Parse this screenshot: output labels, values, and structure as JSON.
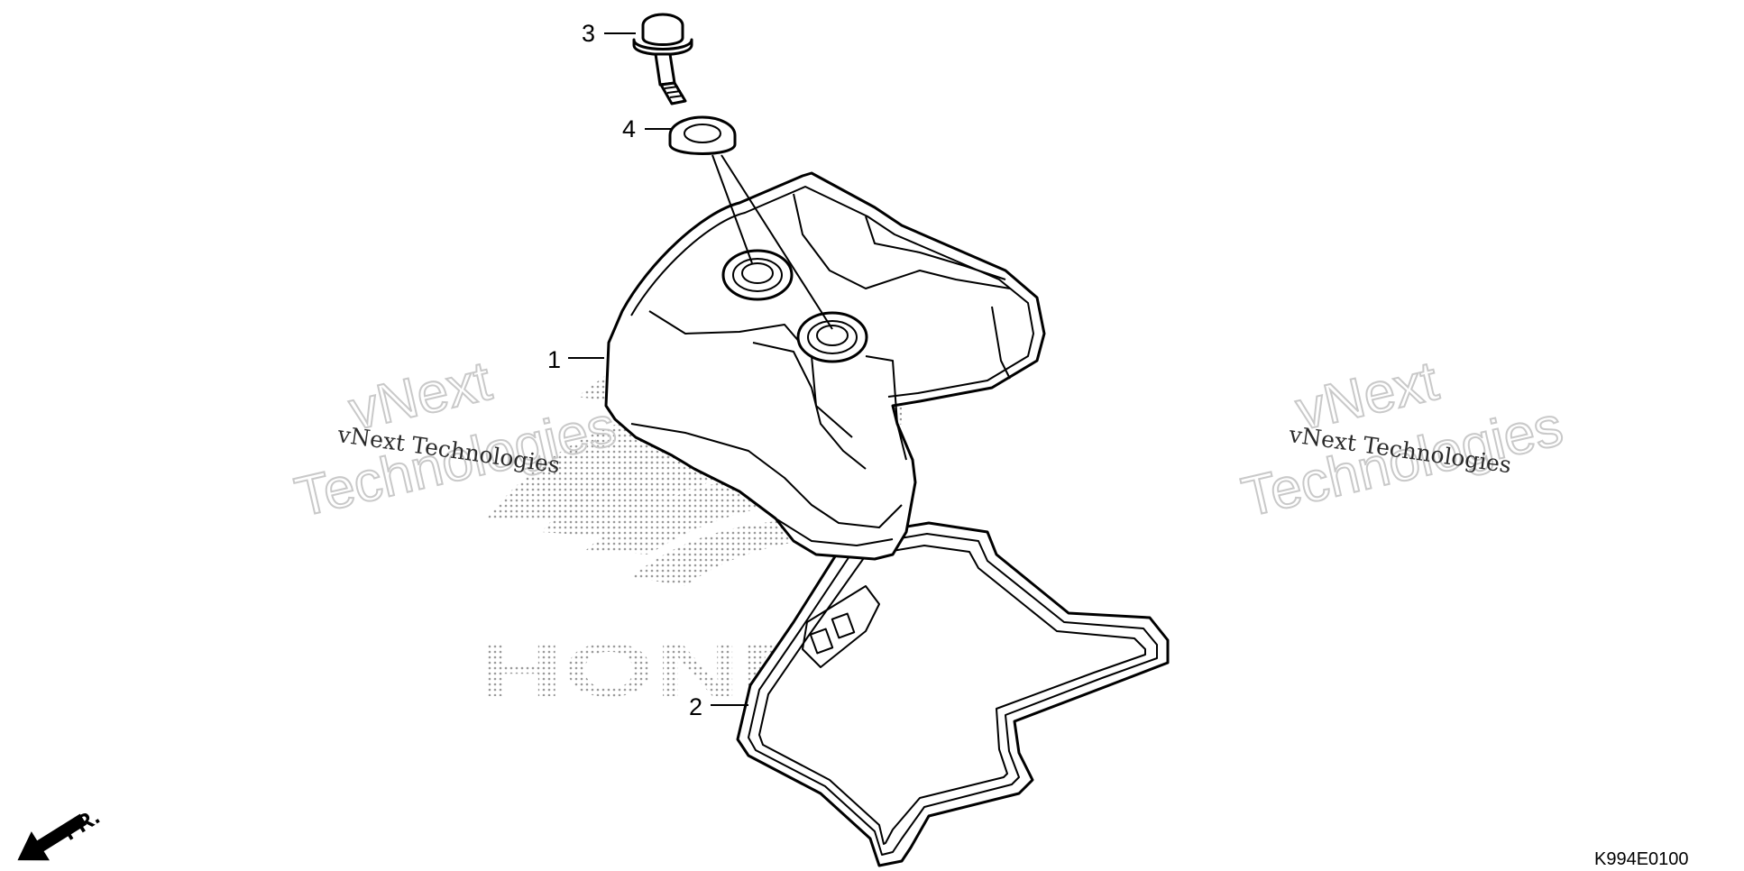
{
  "callouts": [
    {
      "label": "1"
    },
    {
      "label": "2"
    },
    {
      "label": "3"
    },
    {
      "label": "4"
    }
  ],
  "watermarks": {
    "serif_left": "vNext Technologies",
    "serif_right": "vNext Technologies",
    "outline_line1": "vNext",
    "outline_line2": "Technologies"
  },
  "brand_mark": "HONDA",
  "direction_label": "FR.",
  "diagram_code": "K994E0100",
  "colors": {
    "line": "#000000",
    "watermark_outline": "#c9c9c9",
    "dot_pattern": "#9a9a9a"
  }
}
